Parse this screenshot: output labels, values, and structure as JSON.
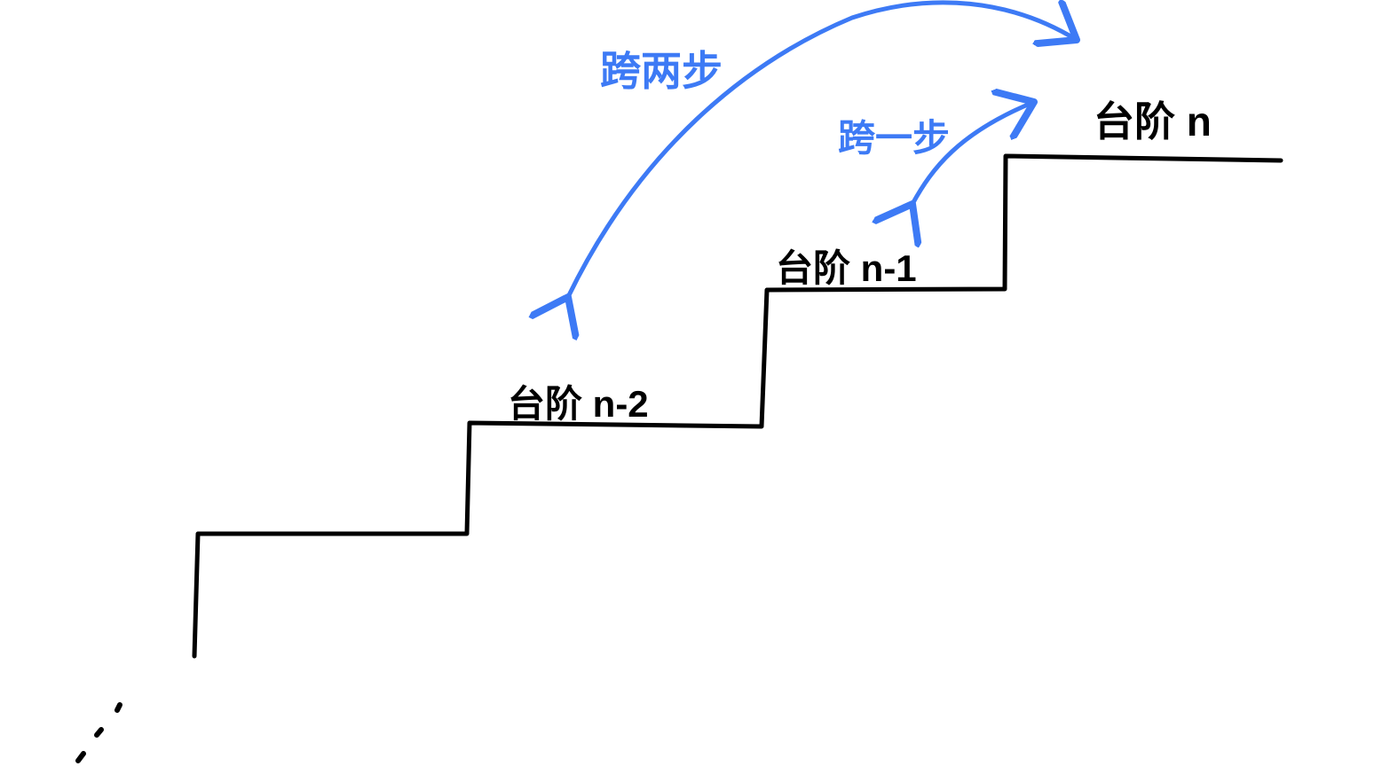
{
  "labels": {
    "step_n": "台阶 n",
    "step_n_minus_1": "台阶 n-1",
    "step_n_minus_2": "台阶 n-2",
    "one_step": "跨一步",
    "two_steps": "跨两步"
  },
  "colors": {
    "stairs": "#000000",
    "arrows": "#3D7AF5",
    "background": "#FFFFFF"
  }
}
